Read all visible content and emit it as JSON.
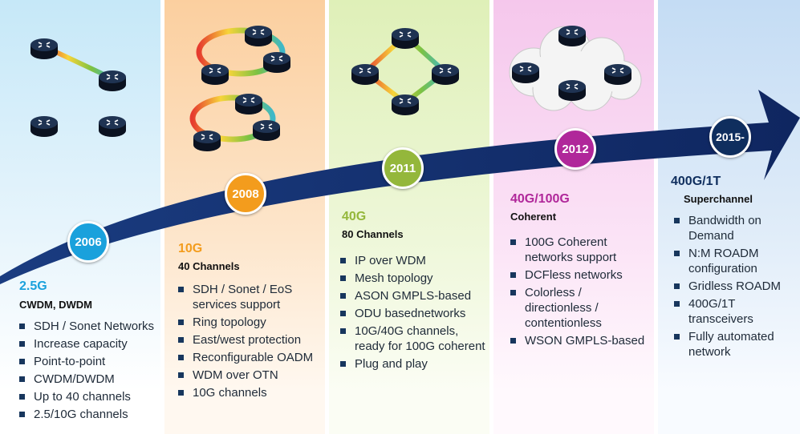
{
  "colors": {
    "arrow": "#152f6a",
    "c2006": "#1aa1dc",
    "c2008": "#f39c1d",
    "c2011": "#94b73b",
    "c2012": "#b0279a",
    "c2015": "#0f2e5e"
  },
  "eras": [
    {
      "year": "2006",
      "title": "2.5G",
      "subtitle": "CWDM, DWDM",
      "items": [
        "SDH / Sonet Networks",
        "Increase capacity",
        "Point-to-point",
        "CWDM/DWDM",
        "Up to 40 channels",
        "2.5/10G channels"
      ]
    },
    {
      "year": "2008",
      "title": "10G",
      "subtitle": "40 Channels",
      "items": [
        "SDH / Sonet / EoS services support",
        "Ring topology",
        "East/west protection",
        "Reconfigurable OADM",
        "WDM over OTN",
        "10G channels"
      ]
    },
    {
      "year": "2011",
      "title": "40G",
      "subtitle": "80 Channels",
      "items": [
        "IP over WDM",
        "Mesh topology",
        "ASON GMPLS-based",
        "ODU basednetworks",
        "10G/40G channels, ready for 100G coherent",
        "Plug and play"
      ]
    },
    {
      "year": "2012",
      "title": "40G/100G",
      "subtitle": "Coherent",
      "items": [
        "100G Coherent networks support",
        "DCFless networks",
        "Colorless / directionless / contentionless",
        "WSON GMPLS-based"
      ]
    },
    {
      "year": "2015-",
      "title": "400G/1T",
      "subtitle": "Superchannel",
      "items": [
        "Bandwidth on Demand",
        "N:M ROADM configuration",
        "Gridless ROADM",
        "400G/1T transceivers",
        "Fully automated network"
      ]
    }
  ]
}
